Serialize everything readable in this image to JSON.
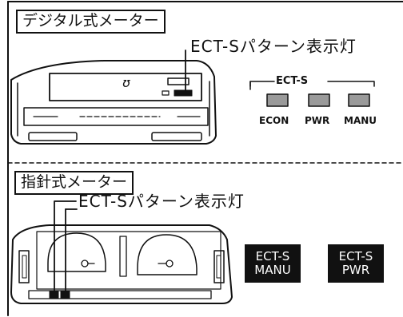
{
  "digital": {
    "title": "デジタル式メーター",
    "callout": "ECT-Sパターン表示灯",
    "display_glyph": "ʊ",
    "panel_title": "ECT-S",
    "modes": [
      "ECON",
      "PWR",
      "MANU"
    ]
  },
  "analog": {
    "title": "指針式メーター",
    "callout": "ECT-Sパターン表示灯",
    "badges": [
      {
        "line1": "ECT-S",
        "line2": "MANU"
      },
      {
        "line1": "ECT-S",
        "line2": "PWR"
      }
    ]
  }
}
